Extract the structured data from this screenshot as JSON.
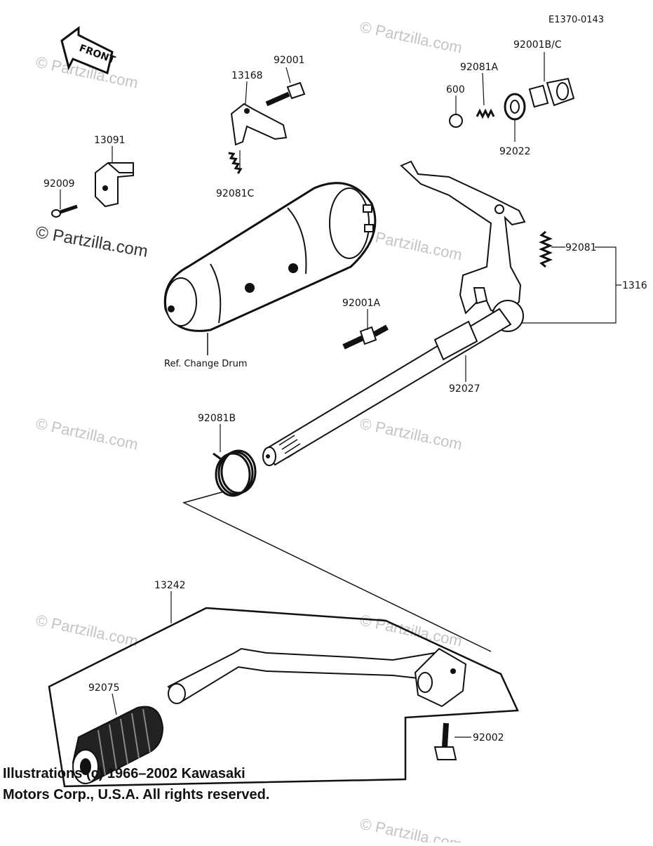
{
  "diagram_code": "E1370-0143",
  "front_label": "FRONT",
  "watermark_text": "© Partzilla.com",
  "reference_label": "Ref. Change Drum",
  "parts": [
    {
      "id": "92001",
      "label": "92001"
    },
    {
      "id": "13168",
      "label": "13168"
    },
    {
      "id": "92081C",
      "label": "92081C"
    },
    {
      "id": "13091",
      "label": "13091"
    },
    {
      "id": "92009",
      "label": "92009"
    },
    {
      "id": "92001B-C",
      "label": "92001B/C"
    },
    {
      "id": "92081A",
      "label": "92081A"
    },
    {
      "id": "600",
      "label": "600"
    },
    {
      "id": "92022",
      "label": "92022"
    },
    {
      "id": "92081",
      "label": "92081"
    },
    {
      "id": "1316",
      "label": "1316"
    },
    {
      "id": "92001A",
      "label": "92001A"
    },
    {
      "id": "92027",
      "label": "92027"
    },
    {
      "id": "92081B",
      "label": "92081B"
    },
    {
      "id": "13242",
      "label": "13242"
    },
    {
      "id": "92075",
      "label": "92075"
    },
    {
      "id": "92002",
      "label": "92002"
    }
  ],
  "copyright": {
    "line1": "Illustrations (c) 1966–2002 Kawasaki",
    "line2": "Motors Corp., U.S.A.  All rights reserved."
  }
}
